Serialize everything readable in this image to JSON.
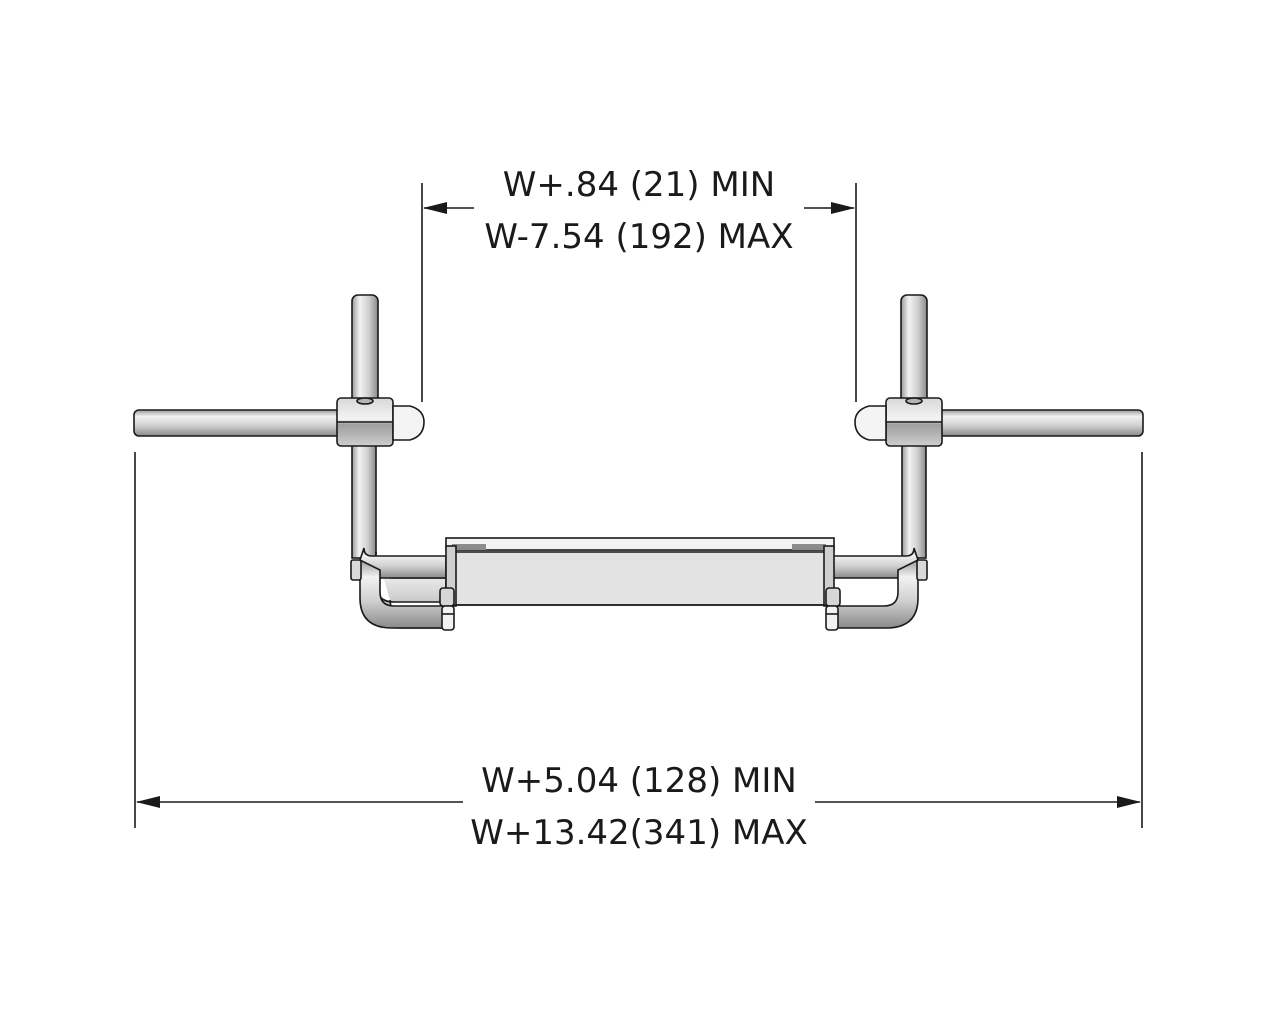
{
  "dimensions": {
    "top": {
      "min_label": "W+.84 (21) MIN",
      "max_label": "W-7.54 (192) MAX"
    },
    "bottom": {
      "min_label": "W+5.04 (128) MIN",
      "max_label": "W+13.42(341) MAX"
    }
  },
  "colors": {
    "outline": "#1a1a1a",
    "metal_light": "#e6e6e6",
    "metal_mid": "#bdbdbd",
    "metal_dark": "#8c8c8c",
    "panel_fill": "#e3e3e3"
  }
}
